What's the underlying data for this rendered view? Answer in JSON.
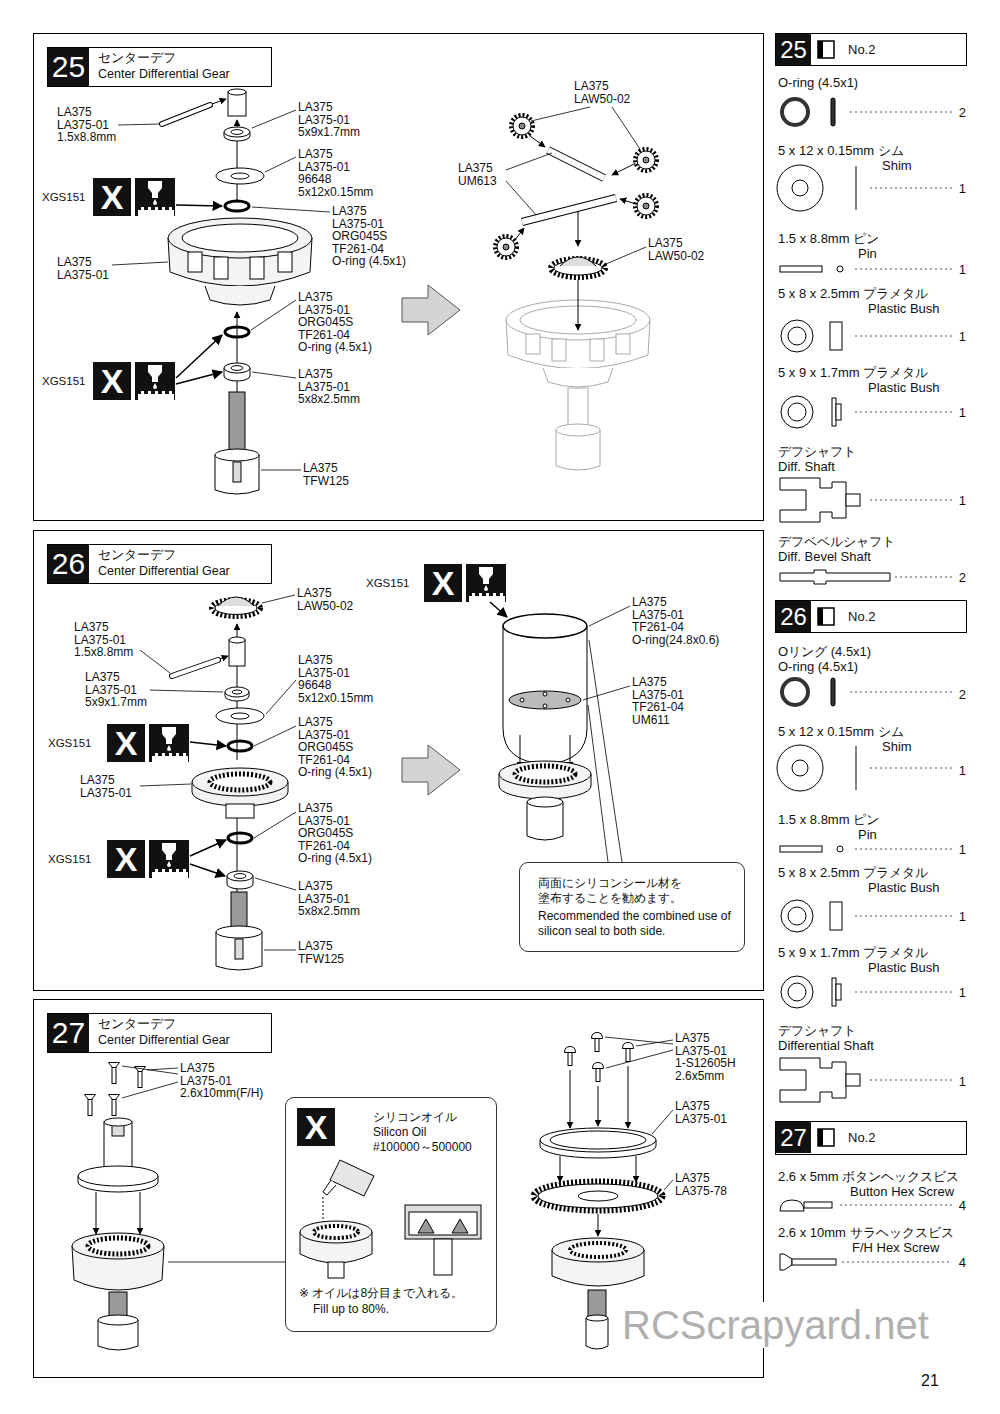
{
  "diagram": {
    "nodes": [
      {
        "text": [
          "25",
          "センターデフ",
          "Center Differential Gear"
        ]
      },
      {
        "text": [
          "26",
          "センターデフ",
          "Center Differential Gear"
        ]
      },
      {
        "text": [
          "27",
          "センターデフ",
          "Center Differential Gear"
        ]
      },
      {
        "text": [
          "両面にシリコンシール材を 塗布することを勧めます。",
          "Recommended the combined use of silicon seal to both side."
        ]
      },
      {
        "text": [
          "シリコンオイル",
          "Silicon Oil",
          "#100000～500000",
          "※ オイルは8分目まで入れる。",
          "Fill up to 80%."
        ]
      },
      {
        "text": [
          "25",
          "No.2"
        ]
      },
      {
        "text": [
          "26",
          "No.2"
        ]
      },
      {
        "text": [
          "27",
          "No.2"
        ]
      }
    ],
    "labels": [
      "LA375",
      "LA375-01",
      "1.5x8.8mm",
      "LA375",
      "LA375-01",
      "5x9x1.7mm",
      "LA375",
      "LA375-01",
      "96648",
      "5x12x0.15mm",
      "XGS151",
      "X",
      "LA375",
      "LA375-01",
      "ORG045S",
      "TF261-04",
      "O-ring (4.5x1)",
      "LA375",
      "LA375-01",
      "LA375",
      "LA375-01",
      "ORG045S",
      "TF261-04",
      "O-ring (4.5x1)",
      "XGS151",
      "X",
      "LA375",
      "LA375-01",
      "5x8x2.5mm",
      "LA375",
      "TFW125",
      "LA375",
      "LAW50-02",
      "LA375",
      "UM613",
      "LA375",
      "LAW50-02",
      "LA375",
      "LA375-01",
      "1.5x8.8mm",
      "LA375",
      "LAW50-02",
      "LA375",
      "LA375-01",
      "5x9x1.7mm",
      "LA375",
      "LA375-01",
      "96648",
      "5x12x0.15mm",
      "XGS151",
      "X",
      "LA375",
      "LA375-01",
      "ORG045S",
      "TF261-04",
      "O-ring (4.5x1)",
      "LA375",
      "LA375-01",
      "LA375",
      "LA375-01",
      "ORG045S",
      "TF261-04",
      "O-ring (4.5x1)",
      "XGS151",
      "X",
      "LA375",
      "LA375-01",
      "5x8x2.5mm",
      "LA375",
      "TFW125",
      "XGS151",
      "X",
      "LA375",
      "LA375-01",
      "TF261-04",
      "O-ring(24.8x0.6)",
      "LA375",
      "LA375-01",
      "TF261-04",
      "UM611",
      "LA375",
      "LA375-01",
      "2.6x10mm(F/H)",
      "X",
      "LA375",
      "LA375-01",
      "1-S12605H",
      "2.6x5mm",
      "LA375",
      "LA375-01",
      "LA375",
      "LA375-78",
      "O-ring (4.5x1)",
      "2",
      "5 x 12 x 0.15mm シム",
      "Shim",
      "1",
      "1.5 x 8.8mm ピン",
      "Pin",
      "1",
      "5 x 8 x 2.5mm プラメタル",
      "Plastic Bush",
      "1",
      "5 x 9 x 1.7mm プラメタル",
      "Plastic Bush",
      "1",
      "デフシャフト",
      "Diff. Shaft",
      "1",
      "デフベベルシャフト",
      "Diff. Bevel Shaft",
      "2",
      "Oリング (4.5x1)",
      "O-ring (4.5x1)",
      "2",
      "5 x 12 x 0.15mm シム",
      "Shim",
      "1",
      "1.5 x 8.8mm ピン",
      "Pin",
      "1",
      "5 x 8 x 2.5mm プラメタル",
      "Plastic Bush",
      "1",
      "5 x 9 x 1.7mm プラメタル",
      "Plastic Bush",
      "1",
      "デフシャフト",
      "Differential Shaft",
      "1",
      "2.6 x 5mm ボタンヘックスビス",
      "Button Hex Screw",
      "4",
      "2.6 x 10mm サラヘックスビス",
      "F/H Hex Screw",
      "4",
      "RCScrapyard.net",
      "21"
    ]
  }
}
